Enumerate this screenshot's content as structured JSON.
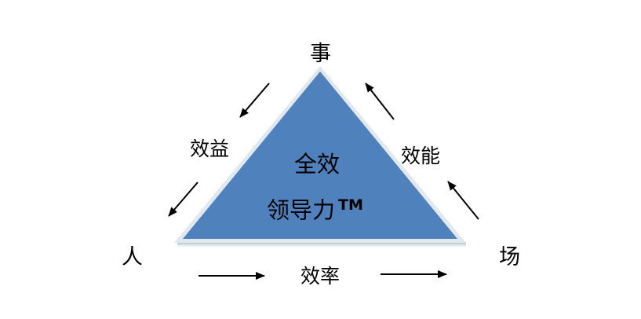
{
  "nodes": {
    "top": "事",
    "left": "人",
    "right": "场"
  },
  "edges": {
    "left": "效益",
    "right": "效能",
    "bottom": "效率"
  },
  "center": {
    "line1": "全效",
    "line2": "领导力",
    "trademark": "TM"
  },
  "colors": {
    "triangle_fill": "#4f81bd",
    "triangle_border": "#dfe6ee",
    "text": "#000000"
  }
}
